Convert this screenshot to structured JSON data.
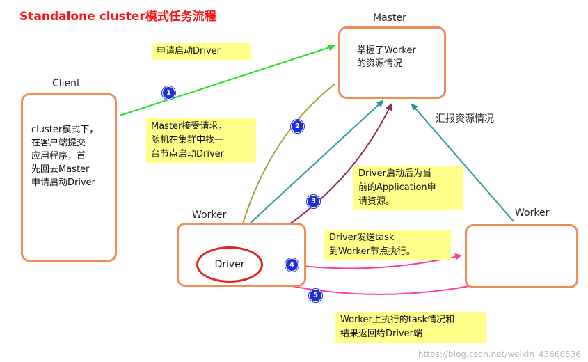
{
  "title": "Standalone cluster模式任务流程",
  "nodes": {
    "client": {
      "label": "Client",
      "text": [
        "cluster模式下，",
        "在客户端提交",
        "应用程序，首",
        "先回去Master",
        "申请启动Driver"
      ]
    },
    "master": {
      "label": "Master",
      "text": [
        "掌握了Worker",
        "的资源情况"
      ]
    },
    "worker_left": {
      "label": "Worker"
    },
    "worker_right": {
      "label": "Worker"
    },
    "driver": {
      "label": "Driver"
    }
  },
  "notes": {
    "n1": [
      "申请启动Driver"
    ],
    "n2": [
      "Master接受请求，",
      "随机在集群中找一",
      "台节点启动Driver"
    ],
    "n3": [
      "Driver启动后为当",
      "前的Application申",
      "请资源。"
    ],
    "n4": [
      "Driver发送task",
      "到Worker节点执行。"
    ],
    "n5": [
      "Worker上执行的task情况和",
      "结果返回给Driver端"
    ]
  },
  "report_label": "汇报资源情况",
  "steps": [
    "1",
    "2",
    "3",
    "4",
    "5"
  ],
  "colors": {
    "title": "#ff1010",
    "box_border": "#f08c54",
    "driver_border": "#e5221c",
    "note_bg": "#ffff8a",
    "step_badge": "#1d2fd6",
    "arrow_client_master": "#22e022",
    "arrow_master_driver": "#a0a040",
    "arrow_worker_master": "#2a9a9a",
    "arrow_driver_master": "#8a2a64",
    "arrow_task": "#ff3aa0"
  },
  "watermark": "https://blog.csdn.net/weixin_43660536"
}
